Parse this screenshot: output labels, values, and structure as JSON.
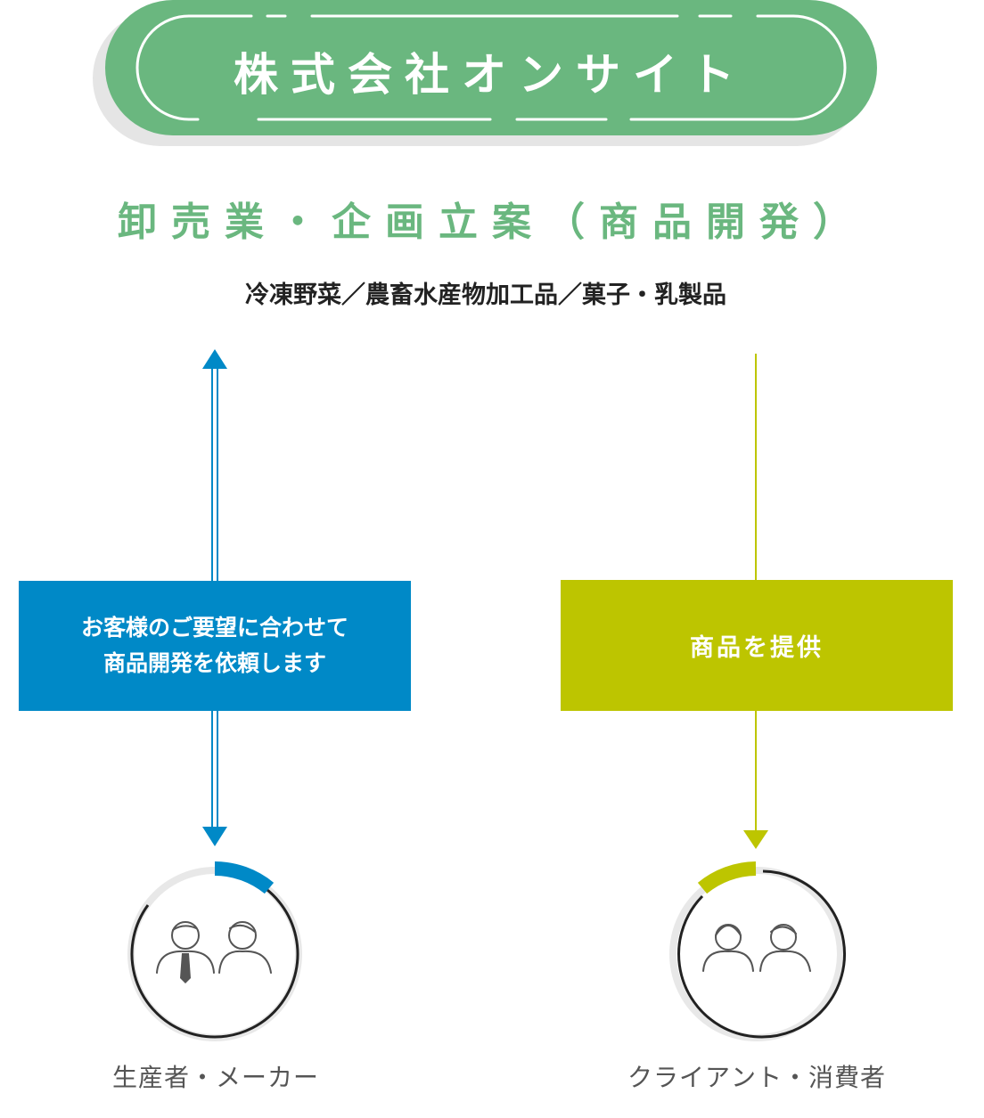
{
  "company": {
    "name": "株式会社オンサイト",
    "color": "#6ab77f"
  },
  "business": {
    "title": "卸売業・企画立案（商品開発）",
    "products": "冷凍野菜／農畜水産物加工品／菓子・乳製品"
  },
  "request_box": {
    "line1": "お客様のご要望に合わせて",
    "line2": "商品開発を依頼します",
    "color": "#0089c7"
  },
  "provide_box": {
    "label": "商品を提供",
    "color": "#bdc500"
  },
  "producers": {
    "label": "生産者・メーカー",
    "icon": "producer-people-icon"
  },
  "consumers": {
    "label": "クライアント・消費者",
    "icon": "consumer-people-icon"
  }
}
